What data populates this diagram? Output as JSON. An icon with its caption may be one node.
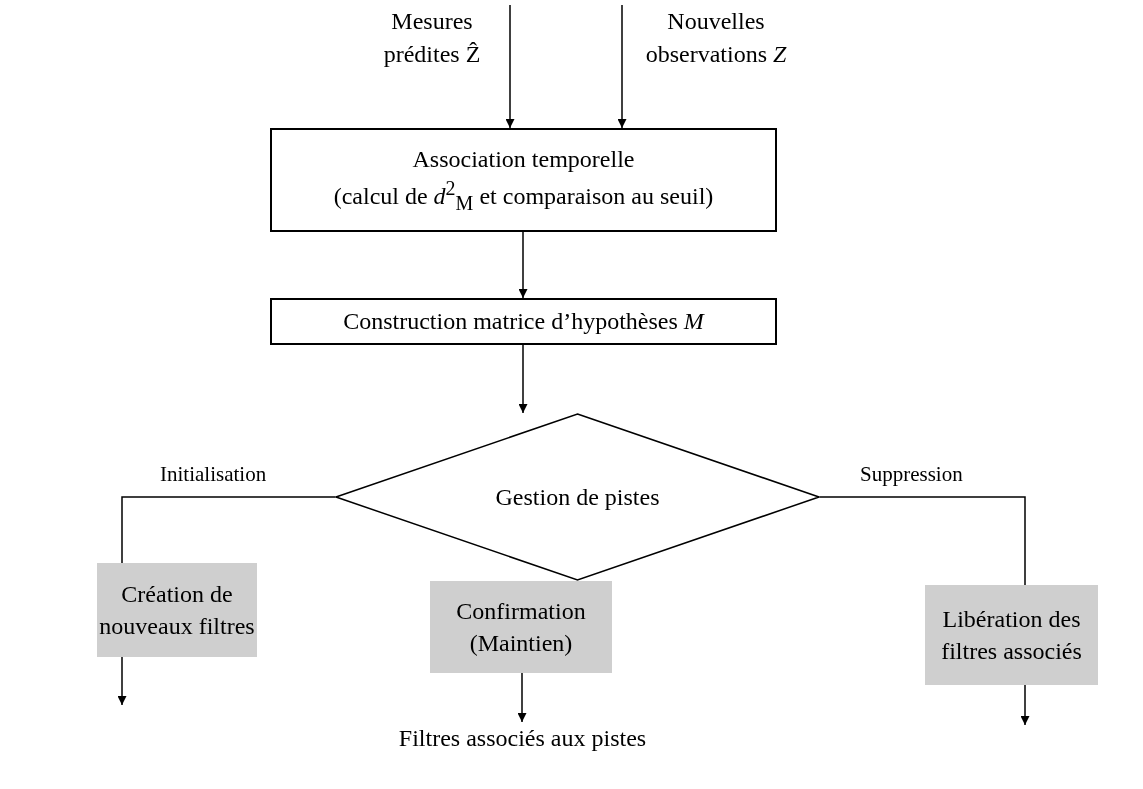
{
  "diagram": {
    "nodes": [
      {
        "text": [
          "Mesures prédites Ẑ"
        ]
      },
      {
        "text": [
          "Nouvelles observations *Z*"
        ]
      },
      {
        "text": [
          "Association temporelle",
          "(calcul de *d*$^{2}$$_{M}$ et comparaison au seuil)"
        ]
      },
      {
        "text": [
          "Construction matrice d’hypothèses *M*"
        ]
      },
      {
        "text": [
          "Gestion de pistes"
        ]
      },
      {
        "text": [
          "Création de nouveaux filtres"
        ]
      },
      {
        "text": [
          "Confirmation (Maintien)"
        ]
      },
      {
        "text": [
          "Libération des filtres associés"
        ]
      },
      {
        "text": [
          "Filtres associés aux pistes"
        ]
      }
    ],
    "edges": [
      {
        "from": 0,
        "to": 2,
        "arrow": "to"
      },
      {
        "from": 1,
        "to": 2,
        "arrow": "to"
      },
      {
        "from": 2,
        "to": 3,
        "arrow": "to"
      },
      {
        "from": 3,
        "to": 4,
        "arrow": "to"
      },
      {
        "from": 4,
        "to": 5,
        "arrow": "none",
        "label": "Initialisation"
      },
      {
        "from": 4,
        "to": 7,
        "arrow": "none",
        "label": "Suppression"
      },
      {
        "from": 5,
        "to": null,
        "arrow": "to"
      },
      {
        "from": 6,
        "to": 8,
        "arrow": "to"
      },
      {
        "from": 7,
        "to": null,
        "arrow": "to"
      }
    ]
  }
}
